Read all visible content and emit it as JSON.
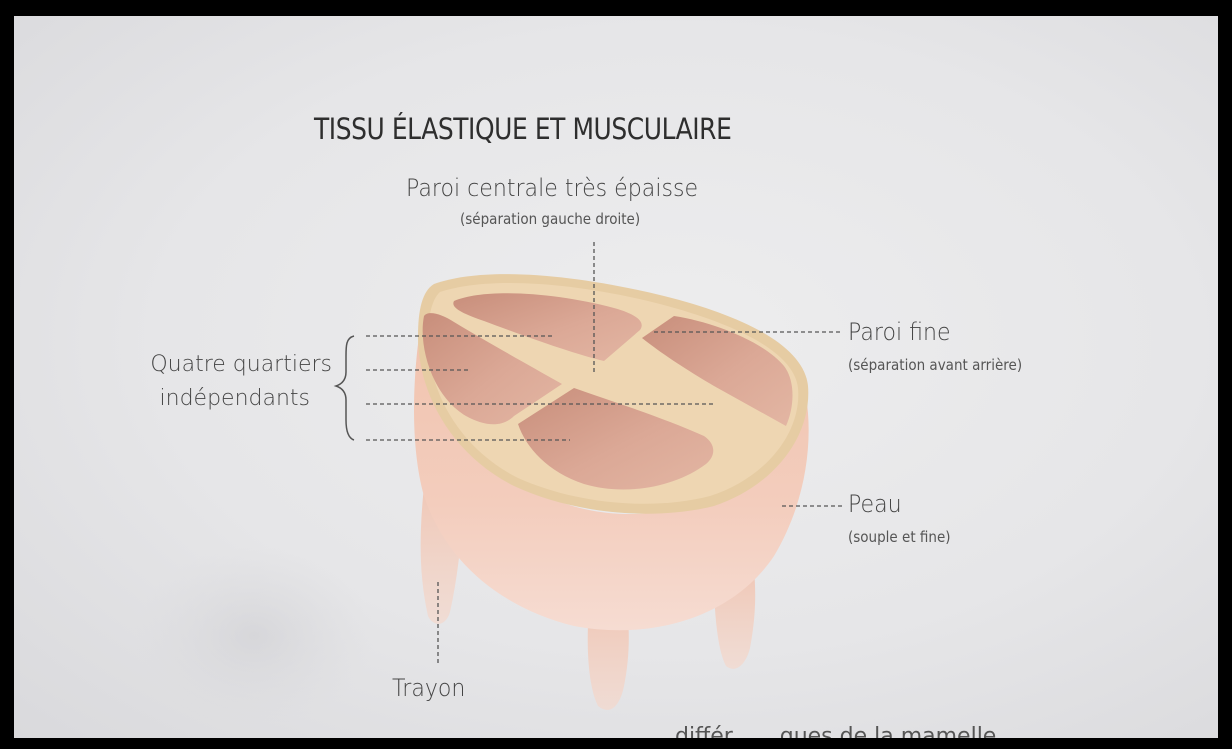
{
  "title": "TISSU ÉLASTIQUE ET MUSCULAIRE",
  "labels": {
    "paroi_centrale": "Paroi centrale très épaisse",
    "paroi_centrale_note": "(séparation gauche droite)",
    "quatre_line1": "Quatre quartiers",
    "quatre_line2": "indépendants",
    "paroi_fine": "Paroi fine",
    "paroi_fine_note": "(séparation avant arrière)",
    "peau": "Peau",
    "peau_note": "(souple et fine)",
    "trayon": "Trayon"
  },
  "cut_off_text": "...différ... ...ques de la mamelle",
  "colors": {
    "background": "#e8e8ea",
    "udder_skin": "#f2c9b8",
    "udder_rim": "#e8cfa5",
    "quarter": "#d9a592",
    "text": "#3a3a3a"
  }
}
